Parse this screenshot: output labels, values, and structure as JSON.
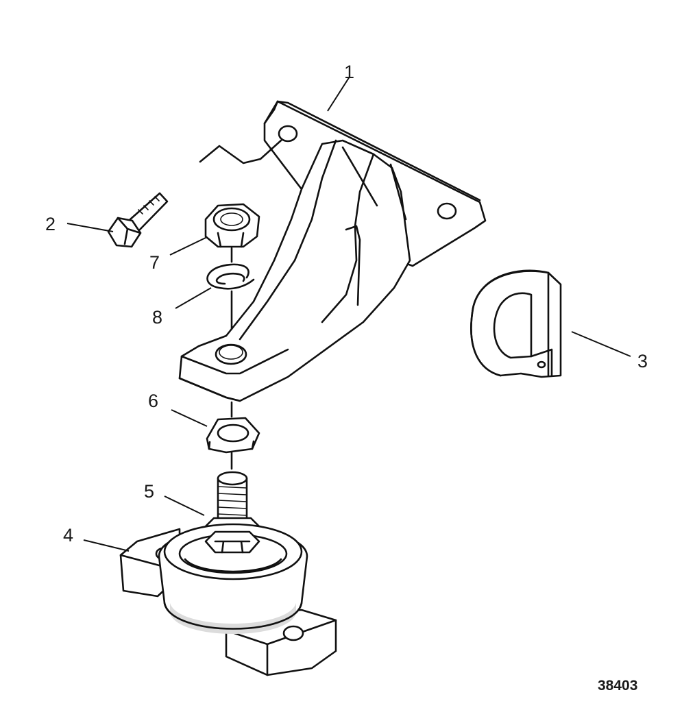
{
  "figure": {
    "drawing_number": "38403",
    "callouts": [
      {
        "id": "1",
        "label": "1"
      },
      {
        "id": "2",
        "label": "2"
      },
      {
        "id": "3",
        "label": "3"
      },
      {
        "id": "4",
        "label": "4"
      },
      {
        "id": "5",
        "label": "5"
      },
      {
        "id": "6",
        "label": "6"
      },
      {
        "id": "7",
        "label": "7"
      },
      {
        "id": "8",
        "label": "8"
      }
    ]
  }
}
